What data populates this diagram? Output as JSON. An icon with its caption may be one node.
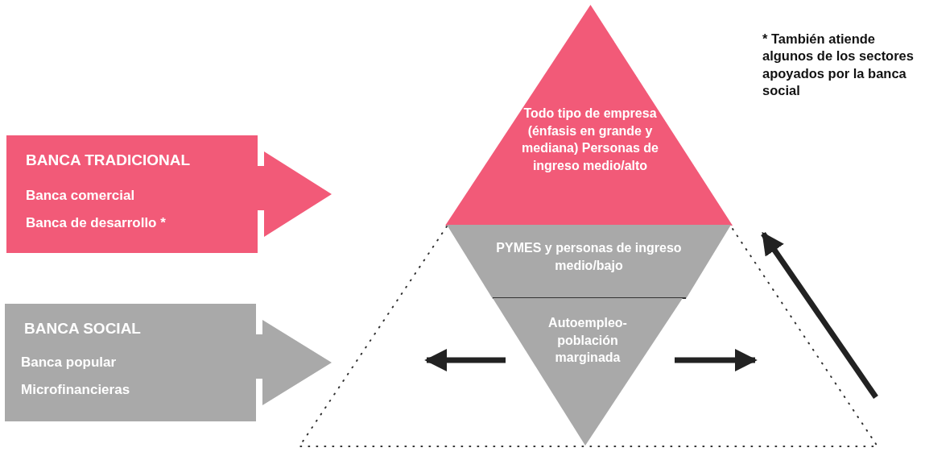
{
  "diagram": {
    "nodes": [
      {
        "text": [
          "BANCA TRADICIONAL",
          "Banca comercial",
          "Banca de desarrollo *"
        ]
      },
      {
        "text": [
          "BANCA SOCIAL",
          "Banca popular",
          "Microfinancieras"
        ]
      },
      {
        "text": [
          "Todo tipo de empresa (énfasis en grande y mediana) Personas de ingreso medio/alto"
        ]
      },
      {
        "text": [
          "PYMES y personas de ingreso medio/bajo"
        ]
      },
      {
        "text": [
          "Autoempleo- población marginada"
        ]
      }
    ],
    "labels": [
      "* También atiende algunos de los sectores apoyados por la banca social"
    ]
  }
}
